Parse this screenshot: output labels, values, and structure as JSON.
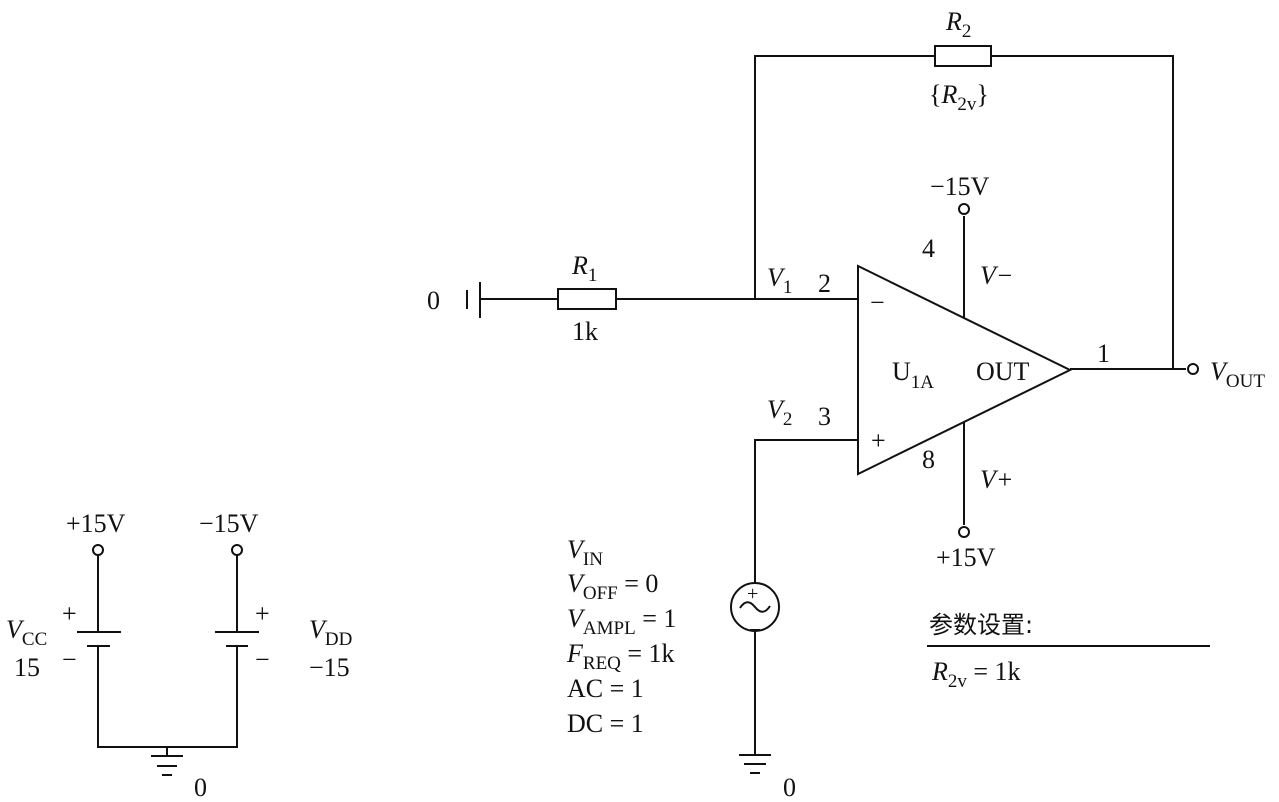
{
  "schematic": {
    "opamp": {
      "ref": "U",
      "ref_sub": "1A",
      "out_label": "OUT",
      "inv_sign": "−",
      "noninv_sign": "+",
      "pin_inv": "2",
      "pin_noninv": "3",
      "pin_out": "1",
      "pin_vneg": "4",
      "pin_vpos": "8",
      "vneg_label": "V−",
      "vpos_label": "V+",
      "vneg_supply": "−15V",
      "vpos_supply": "+15V"
    },
    "nodes": {
      "v1": "V",
      "v1_sub": "1",
      "v2": "V",
      "v2_sub": "2",
      "vout": "V",
      "vout_sub": "OUT",
      "left_ground": "0"
    },
    "r1": {
      "name": "R",
      "sub": "1",
      "value": "1k"
    },
    "r2": {
      "name": "R",
      "sub": "2",
      "value_open": "{",
      "value_var": "R",
      "value_var_sub": "2v",
      "value_close": "}"
    },
    "vin": {
      "name": "V",
      "name_sub": "IN",
      "ground": "0",
      "params": [
        {
          "sym": "V",
          "sub": "OFF",
          "rest": " = 0"
        },
        {
          "sym": "V",
          "sub": "AMPL",
          "rest": " = 1"
        },
        {
          "sym": "F",
          "sub": "REQ",
          "rest": " = 1k"
        },
        {
          "sym": "",
          "sub": "",
          "rest": "AC = 1"
        },
        {
          "sym": "",
          "sub": "",
          "rest": "DC = 1"
        }
      ]
    },
    "supplies": {
      "vcc": {
        "name": "V",
        "sub": "CC",
        "value": "15",
        "terminal": "+15V"
      },
      "vdd": {
        "name": "V",
        "sub": "DD",
        "value": "−15",
        "terminal": "−15V"
      },
      "plus": "+",
      "minus": "−",
      "ground": "0"
    },
    "params_box": {
      "title": "参数设置:",
      "sym": "R",
      "sub": "2v",
      "rest": " = 1k"
    }
  }
}
